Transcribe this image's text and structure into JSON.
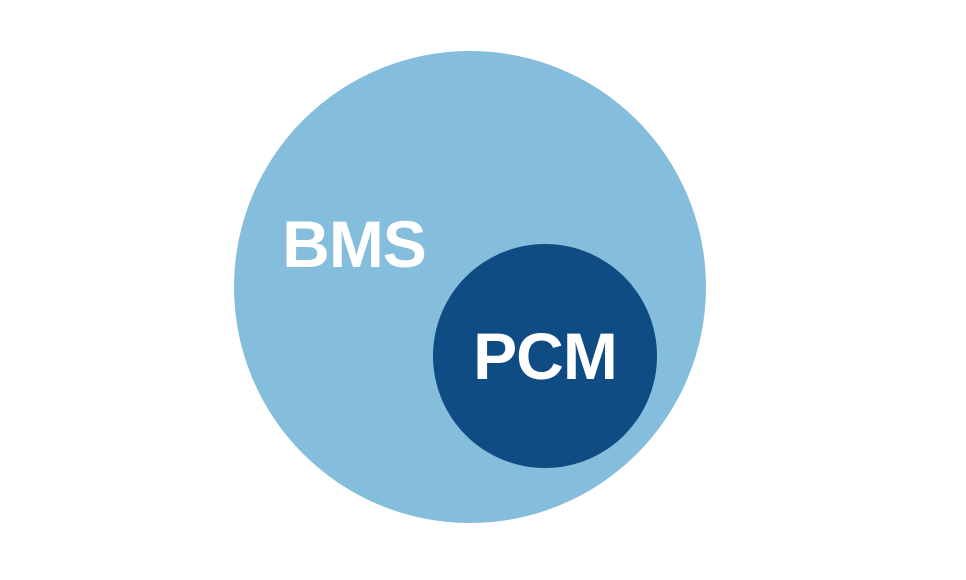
{
  "diagram": {
    "type": "euler-subset-diagram",
    "background_color": "#FFFFFF",
    "label_color": "#FFFFFF",
    "outer_set": {
      "label": "BMS",
      "color": "#85BDDC"
    },
    "inner_set": {
      "label": "PCM",
      "color": "#0F4C84"
    }
  }
}
